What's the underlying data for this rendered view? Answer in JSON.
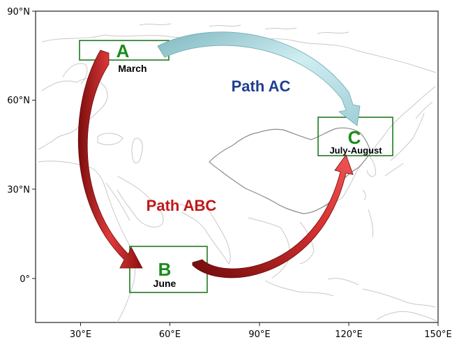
{
  "map": {
    "type": "route-map",
    "x_ticks": [
      "30°E",
      "60°E",
      "90°E",
      "120°E",
      "150°E"
    ],
    "y_ticks": [
      "90°N",
      "60°N",
      "30°N",
      "0°"
    ],
    "regions": [
      {
        "id": "A",
        "letter": "A",
        "month": "March"
      },
      {
        "id": "B",
        "letter": "B",
        "month": "June"
      },
      {
        "id": "C",
        "letter": "C",
        "month": "July-August"
      }
    ],
    "paths": [
      {
        "label": "Path AC",
        "color": "#1f3f8f",
        "route": [
          "A",
          "C"
        ],
        "arrow_color": "#a9d8de"
      },
      {
        "label": "Path ABC",
        "color": "#c01818",
        "route": [
          "A",
          "B",
          "C"
        ],
        "arrow_color": "#b01515"
      }
    ],
    "colors": {
      "box": "#1f7a1f",
      "letter": "#1a8c1a",
      "coastline": "#c8c8c8",
      "border": "#8a8a8a"
    }
  }
}
